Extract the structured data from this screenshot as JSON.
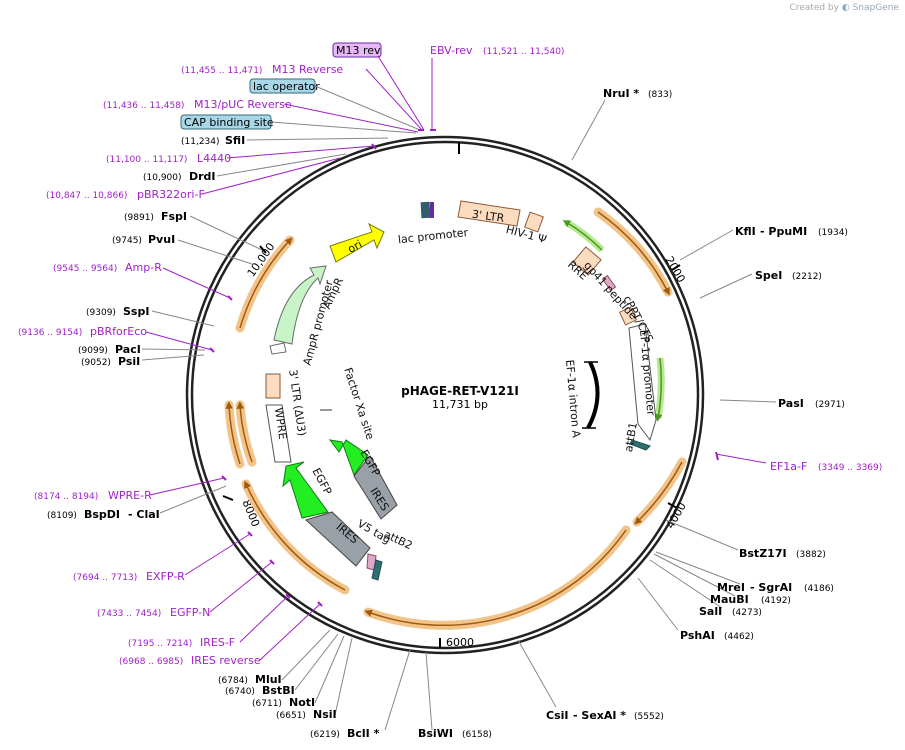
{
  "header": {
    "created_by": "Created by",
    "brand": "SnapGene"
  },
  "plasmid": {
    "name": "pHAGE-RET-V121I",
    "size": "11,731 bp"
  },
  "tick_labels": [
    "2000",
    "4000",
    "6000",
    "8000",
    "10,000"
  ],
  "boxed_labels": [
    {
      "text": "M13 rev",
      "kind": "primer"
    },
    {
      "text": "lac operator",
      "kind": "feature"
    },
    {
      "text": "CAP binding site",
      "kind": "feature"
    }
  ],
  "site_labels": [
    {
      "name": "EBV-rev",
      "pos": "(11,521 .. 11,540)",
      "kind": "primer"
    },
    {
      "name": "M13 Reverse",
      "pos": "(11,455 .. 11,471)",
      "kind": "primer"
    },
    {
      "name": "M13/pUC Reverse",
      "pos": "(11,436 .. 11,458)",
      "kind": "primer"
    },
    {
      "name": "SfiI",
      "pos": "(11,234)",
      "kind": "enzyme"
    },
    {
      "name": "L4440",
      "pos": "(11,100 .. 11,117)",
      "kind": "primer"
    },
    {
      "name": "DrdI",
      "pos": "(10,900)",
      "kind": "enzyme"
    },
    {
      "name": "pBR322ori-F",
      "pos": "(10,847 .. 10,866)",
      "kind": "primer"
    },
    {
      "name": "FspI",
      "pos": "(9891)",
      "kind": "enzyme"
    },
    {
      "name": "PvuI",
      "pos": "(9745)",
      "kind": "enzyme"
    },
    {
      "name": "Amp-R",
      "pos": "(9545 .. 9564)",
      "kind": "primer"
    },
    {
      "name": "SspI",
      "pos": "(9309)",
      "kind": "enzyme"
    },
    {
      "name": "pBRforEco",
      "pos": "(9136 .. 9154)",
      "kind": "primer"
    },
    {
      "name": "PacI",
      "pos": "(9099)",
      "kind": "enzyme"
    },
    {
      "name": "PsiI",
      "pos": "(9052)",
      "kind": "enzyme"
    },
    {
      "name": "WPRE-R",
      "pos": "(8174 .. 8194)",
      "kind": "primer"
    },
    {
      "name": "BspDI",
      "name2": "- ClaI",
      "pos": "(8109)",
      "kind": "enzyme"
    },
    {
      "name": "EXFP-R",
      "pos": "(7694 .. 7713)",
      "kind": "primer"
    },
    {
      "name": "EGFP-N",
      "pos": "(7433 .. 7454)",
      "kind": "primer"
    },
    {
      "name": "IRES-F",
      "pos": "(7195 .. 7214)",
      "kind": "primer"
    },
    {
      "name": "IRES reverse",
      "pos": "(6968 .. 6985)",
      "kind": "primer"
    },
    {
      "name": "MluI",
      "pos": "(6784)",
      "kind": "enzyme"
    },
    {
      "name": "BstBI",
      "pos": "(6740)",
      "kind": "enzyme"
    },
    {
      "name": "NotI",
      "pos": "(6711)",
      "kind": "enzyme"
    },
    {
      "name": "NsiI",
      "pos": "(6651)",
      "kind": "enzyme"
    },
    {
      "name": "BclI *",
      "pos": "(6219)",
      "kind": "enzyme"
    },
    {
      "name": "BsiWI",
      "pos": "(6158)",
      "kind": "enzyme"
    },
    {
      "name": "CsiI",
      "name2": "- SexAI *",
      "pos": "(5552)",
      "kind": "enzyme"
    },
    {
      "name": "PshAI",
      "pos": "(4462)",
      "kind": "enzyme"
    },
    {
      "name": "SalI",
      "pos": "(4273)",
      "kind": "enzyme"
    },
    {
      "name": "MauBI",
      "pos": "(4192)",
      "kind": "enzyme"
    },
    {
      "name": "MreI",
      "name2": "- SgrAI",
      "pos": "(4186)",
      "kind": "enzyme"
    },
    {
      "name": "BstZ17I",
      "pos": "(3882)",
      "kind": "enzyme"
    },
    {
      "name": "EF1a-F",
      "pos": "(3349 .. 3369)",
      "kind": "primer"
    },
    {
      "name": "PasI",
      "pos": "(2971)",
      "kind": "enzyme"
    },
    {
      "name": "SpeI",
      "pos": "(2212)",
      "kind": "enzyme"
    },
    {
      "name": "KflI",
      "name2": "- PpuMI",
      "pos": "(1934)",
      "kind": "enzyme"
    },
    {
      "name": "NruI *",
      "pos": "(833)",
      "kind": "enzyme"
    }
  ],
  "feature_labels": [
    "lac promoter",
    "3' LTR",
    "HIV-1 Ψ",
    "RRE",
    "gp41 peptide",
    "cPPT/CTS",
    "EF-1α promoter",
    "EF-1α intron A",
    "attB1",
    "ori",
    "AmpR",
    "AmpR promoter",
    "3' LTR (ΔU3)",
    "WPRE",
    "Factor Xa site",
    "EGFP",
    "IRES",
    "EGFP",
    "IRES",
    "V5 tag",
    "attB2"
  ],
  "colors": {
    "enzyme_text": "#000000",
    "primer_text": "#a020c8",
    "orf_band": "#f2c48a",
    "orf_arrow": "#a05a10",
    "ltr_fill": "#fbdcbf",
    "ori_fill": "#ffff00",
    "ampr_fill": "#c8f5c8",
    "egfp_fill": "#22ee22",
    "ires_fill": "#9aa0a8",
    "m13_box": "#e6b8f5",
    "feature_box": "#a8d8e8"
  }
}
